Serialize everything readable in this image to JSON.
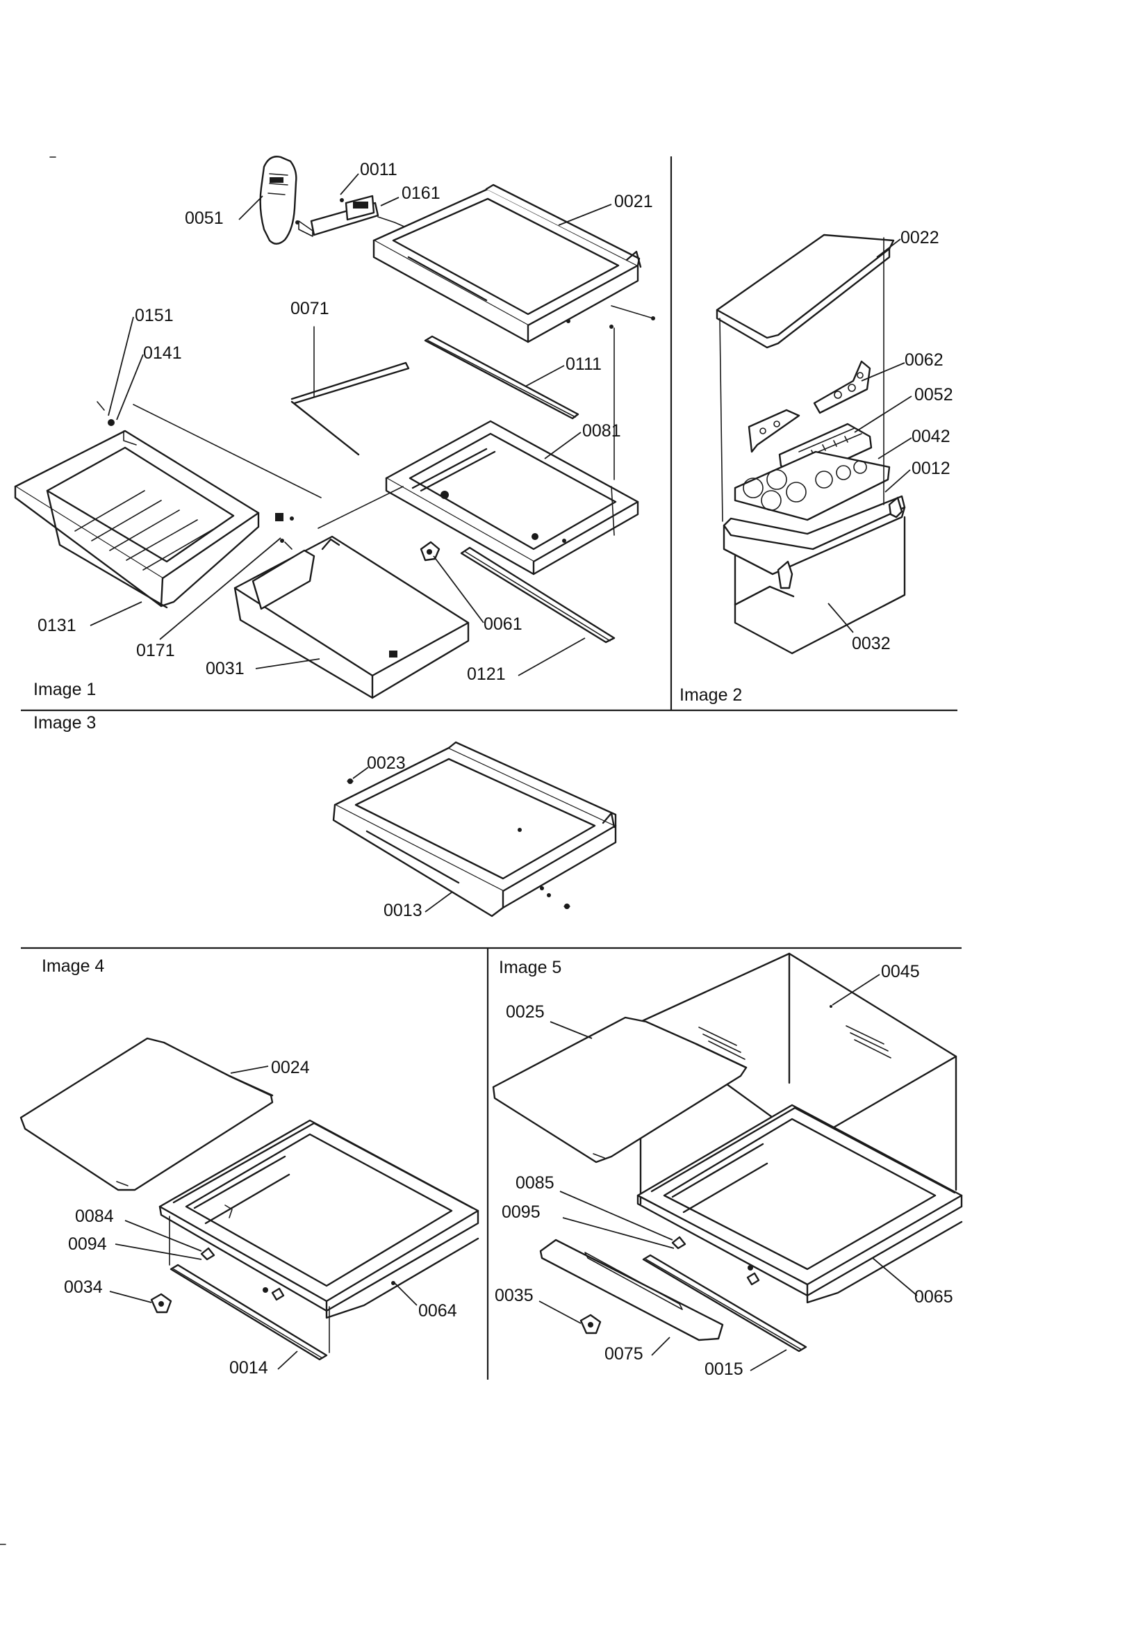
{
  "panels": {
    "image1": "Image 1",
    "image2": "Image 2",
    "image3": "Image 3",
    "image4": "Image 4",
    "image5": "Image 5"
  },
  "parts": {
    "p0011": "0011",
    "p0161": "0161",
    "p0051": "0051",
    "p0021": "0021",
    "p0071": "0071",
    "p0151": "0151",
    "p0141": "0141",
    "p0111": "0111",
    "p0081": "0081",
    "p0131": "0131",
    "p0171": "0171",
    "p0031": "0031",
    "p0061": "0061",
    "p0121": "0121",
    "p0022": "0022",
    "p0062": "0062",
    "p0052": "0052",
    "p0042": "0042",
    "p0012": "0012",
    "p0032": "0032",
    "p0023": "0023",
    "p0013": "0013",
    "p0024": "0024",
    "p0084": "0084",
    "p0094": "0094",
    "p0034": "0034",
    "p0064": "0064",
    "p0014": "0014",
    "p0045": "0045",
    "p0025": "0025",
    "p0085": "0085",
    "p0095": "0095",
    "p0035": "0035",
    "p0075": "0075",
    "p0015": "0015",
    "p0065": "0065"
  }
}
